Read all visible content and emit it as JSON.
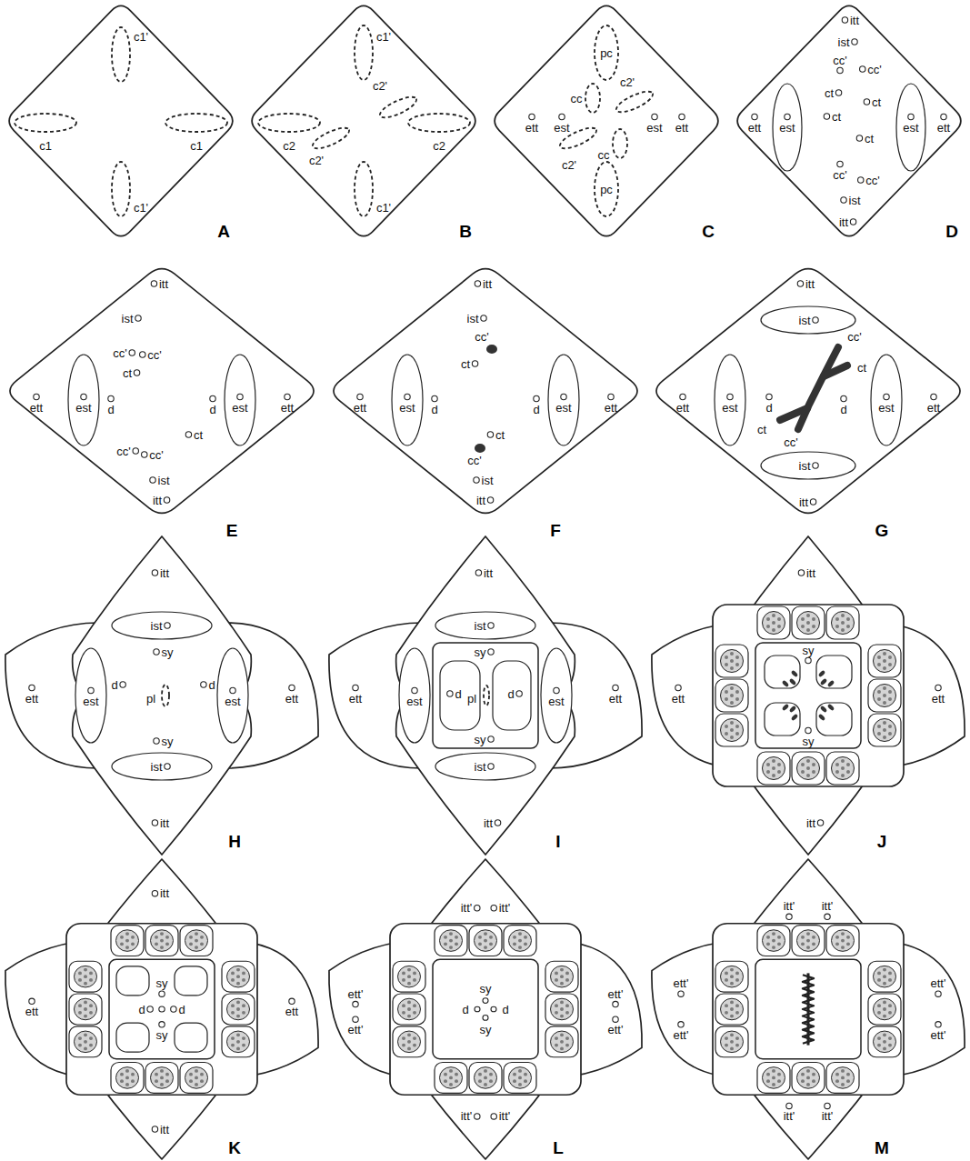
{
  "diagram": {
    "labels": [
      "c1'",
      "c1",
      "c1",
      "c1'",
      "A",
      "c1'",
      "c2'",
      "c2",
      "c2",
      "c2'",
      "c1'",
      "B",
      "pc",
      "cc",
      "c2'",
      "ett",
      "est",
      "est",
      "ett",
      "c2'",
      "cc",
      "pc",
      "C",
      "itt",
      "ist",
      "cc'",
      "cc'",
      "ct",
      "ct",
      "ct",
      "ett",
      "est",
      "est",
      "ett",
      "ct",
      "cc'",
      "cc'",
      "ist",
      "itt",
      "D",
      "itt",
      "ist",
      "cc'",
      "cc'",
      "ct",
      "ett",
      "est",
      "d",
      "d",
      "est",
      "ett",
      "ct",
      "cc'",
      "cc'",
      "ist",
      "itt",
      "E",
      "itt",
      "ist",
      "cc'",
      "ct",
      "ett",
      "est",
      "d",
      "d",
      "est",
      "ett",
      "ct",
      "cc'",
      "ist",
      "itt",
      "F",
      "itt",
      "ist",
      "cc'",
      "ct",
      "ett",
      "est",
      "d",
      "d",
      "est",
      "ett",
      "ct",
      "cc'",
      "ist",
      "itt",
      "G",
      "itt",
      "ist",
      "sy",
      "ett",
      "est",
      "d",
      "pl",
      "d",
      "est",
      "ett",
      "sy",
      "ist",
      "itt",
      "H",
      "itt",
      "ist",
      "sy",
      "ett",
      "est",
      "d",
      "pl",
      "d",
      "est",
      "ett",
      "sy",
      "ist",
      "itt",
      "I",
      "itt",
      "sy",
      "ett",
      "ett",
      "sy",
      "itt",
      "J",
      "itt",
      "sy",
      "ett",
      "d",
      "d",
      "ett",
      "sy",
      "itt",
      "K",
      "itt'",
      "itt'",
      "ett'",
      "ett'",
      "sy",
      "d",
      "d",
      "ett'",
      "ett'",
      "sy",
      "itt'",
      "itt'",
      "L",
      "itt'",
      "itt'",
      "ett'",
      "ett'",
      "ett'",
      "ett'",
      "itt'",
      "itt'",
      "M"
    ]
  }
}
